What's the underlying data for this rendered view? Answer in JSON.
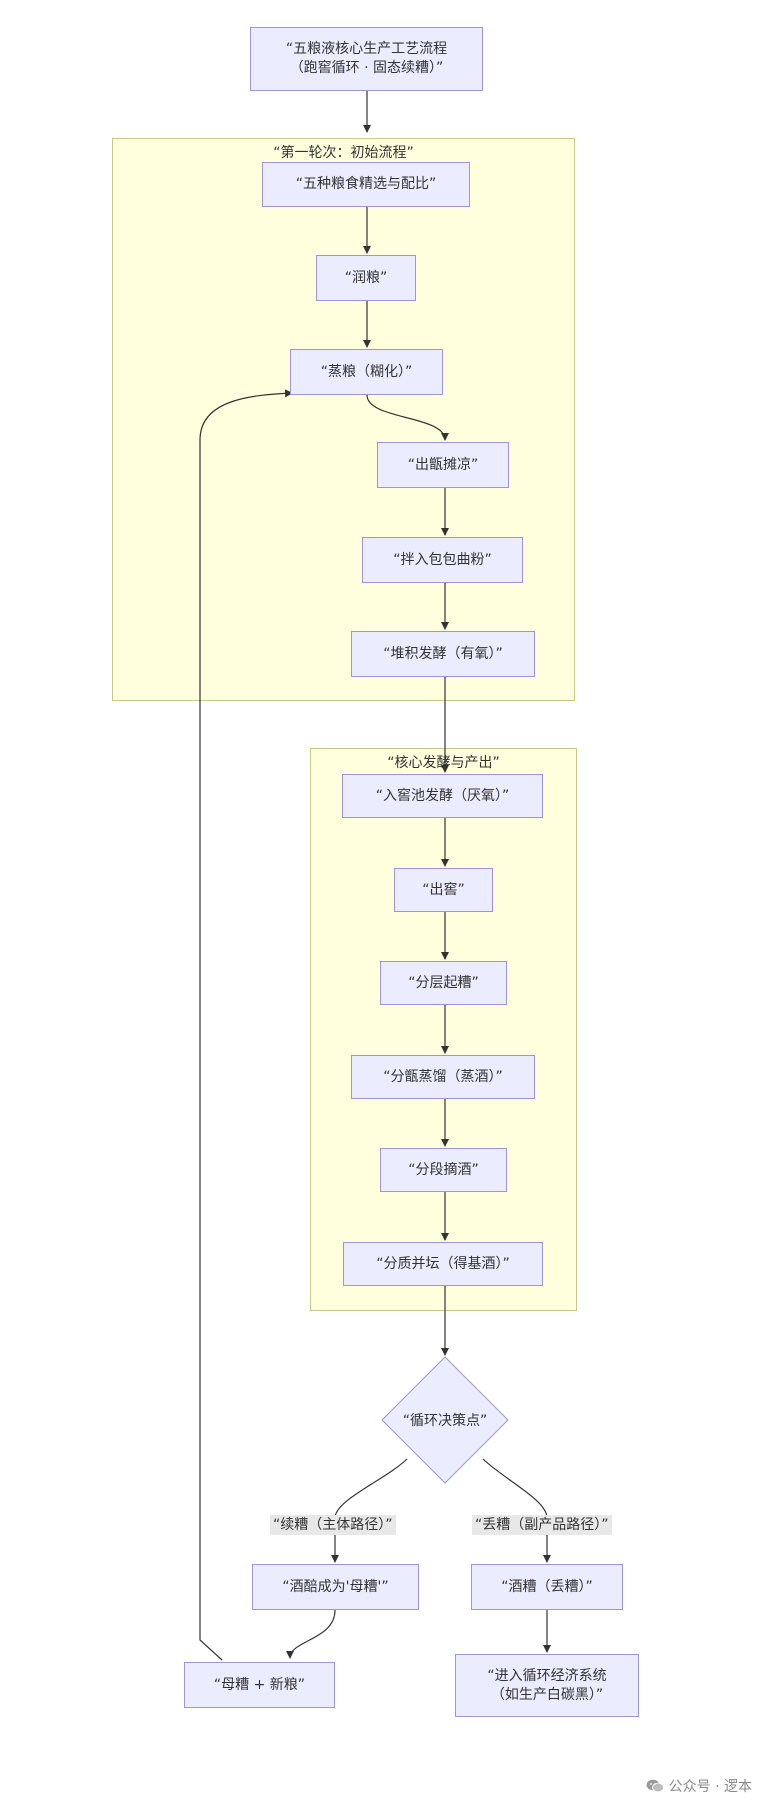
{
  "nodes": {
    "title": "“五粮液核心生产工艺流程\n（跑窖循环 · 固态续糟）”",
    "grain_select": "“五种粮食精选与配比”",
    "run_grain": "“润粮”",
    "steam_grain": "“蒸粮（糊化）”",
    "cool": "“出甑摊凉”",
    "mix_qu": "“拌入包包曲粉”",
    "pile_ferment": "“堆积发酵（有氧）”",
    "pit_ferment": "“入窖池发酵（厌氧）”",
    "out_pit": "“出窖”",
    "layer_lift": "“分层起糟”",
    "distill": "“分甑蒸馏（蒸酒）”",
    "pick_wine": "“分段摘酒”",
    "grade_jar": "“分质并坛（得基酒）”",
    "decision": "“循环决策点”",
    "mother_zao": "“酒醅成为'母糟'”",
    "discard_zao": "“酒糟（丢糟）”",
    "mix_new": "“母糟 + 新粮”",
    "circular": "“进入循环经济系统\n（如生产白碳黑）”"
  },
  "clusters": {
    "first_round": "“第一轮次：初始流程”",
    "core": "“核心发酵与产出”"
  },
  "edge_labels": {
    "continue": "“续糟（主体路径）”",
    "discard": "“丢糟（副产品路径）”"
  },
  "watermark": {
    "text": "公众号 · 逻本",
    "icon": "wechat-icon"
  }
}
